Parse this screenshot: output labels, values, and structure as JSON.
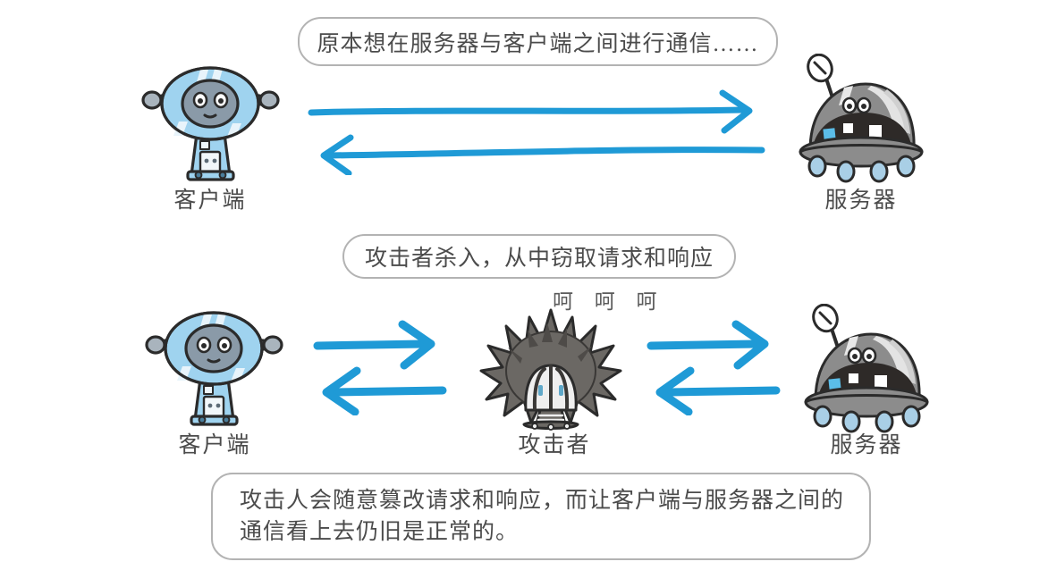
{
  "diagram": {
    "title_bubble": "原本想在服务器与客户端之间进行通信……",
    "middle_bubble": "攻击者杀入，从中窃取请求和响应",
    "caption_line1": "攻击人会随意篡改请求和响应，而让客户端与服务器之间的",
    "caption_line2": "通信看上去仍旧是正常的。",
    "laugh": "呵 呵 呵",
    "labels": {
      "client_top": "客户端",
      "server_top": "服务器",
      "client_bottom": "客户端",
      "attacker": "攻击者",
      "server_bottom": "服务器"
    },
    "colors": {
      "arrow_blue": "#1f9ad6",
      "client_body": "#9fd3ef",
      "client_outline": "#2b2b2b",
      "client_face": "#8a9aa8",
      "server_dark": "#2e2a28",
      "server_gray": "#8c8c8c",
      "attacker_gray": "#6b6864",
      "bubble_border": "#b3b3b3",
      "text": "#4b4b4b",
      "background": "#ffffff"
    },
    "flows": {
      "top_request": "client-to-server request arrow",
      "top_response": "server-to-client response arrow",
      "left_request": "client-to-attacker request arrow",
      "left_response": "attacker-to-client response arrow",
      "right_request": "attacker-to-server request arrow",
      "right_response": "server-to-attacker response arrow"
    }
  }
}
